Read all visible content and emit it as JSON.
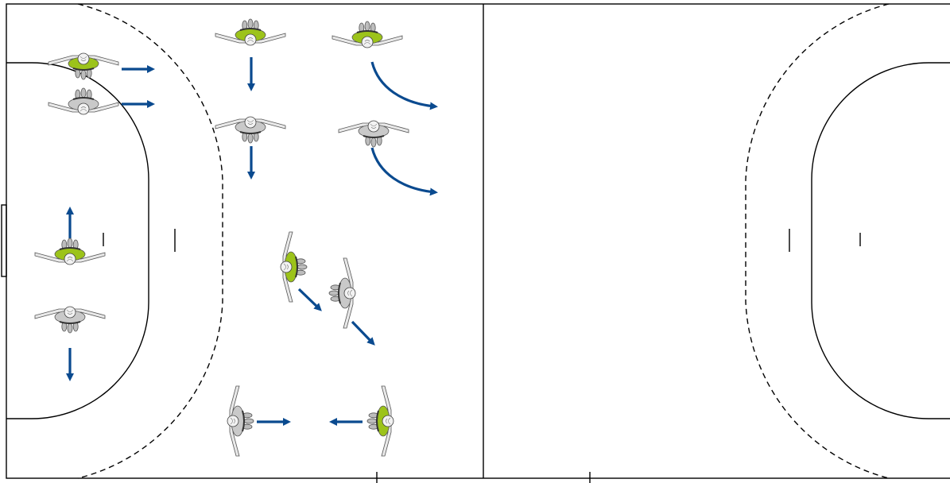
{
  "court": {
    "line_color": "#000000",
    "background": "#ffffff"
  },
  "arrow_color": "#0a4a8f",
  "team_colors": {
    "green": "#9cc31a",
    "grey": "#c9c9c9",
    "head": "#f2f2f2"
  },
  "players": [
    {
      "id": "p1",
      "team": "green",
      "facing": "up"
    },
    {
      "id": "p2",
      "team": "grey",
      "facing": "down"
    },
    {
      "id": "p3",
      "team": "green",
      "facing": "down"
    },
    {
      "id": "p4",
      "team": "grey",
      "facing": "up"
    },
    {
      "id": "p5",
      "team": "green",
      "facing": "down"
    },
    {
      "id": "p6",
      "team": "grey",
      "facing": "up"
    },
    {
      "id": "p7",
      "team": "green",
      "facing": "down"
    },
    {
      "id": "p8",
      "team": "grey",
      "facing": "up"
    },
    {
      "id": "p9",
      "team": "green",
      "facing": "left"
    },
    {
      "id": "p10",
      "team": "grey",
      "facing": "right"
    },
    {
      "id": "p11",
      "team": "grey",
      "facing": "left"
    },
    {
      "id": "p12",
      "team": "green",
      "facing": "right"
    }
  ],
  "arrows": [
    {
      "id": "a1",
      "direction": "right"
    },
    {
      "id": "a2",
      "direction": "right"
    },
    {
      "id": "a3",
      "direction": "down"
    },
    {
      "id": "a4",
      "direction": "down"
    },
    {
      "id": "a5",
      "direction": "curve-right"
    },
    {
      "id": "a6",
      "direction": "curve-right"
    },
    {
      "id": "a7",
      "direction": "up"
    },
    {
      "id": "a8",
      "direction": "down"
    },
    {
      "id": "a9",
      "direction": "down-right"
    },
    {
      "id": "a10",
      "direction": "down-right"
    },
    {
      "id": "a11",
      "direction": "right"
    },
    {
      "id": "a12",
      "direction": "left"
    }
  ]
}
